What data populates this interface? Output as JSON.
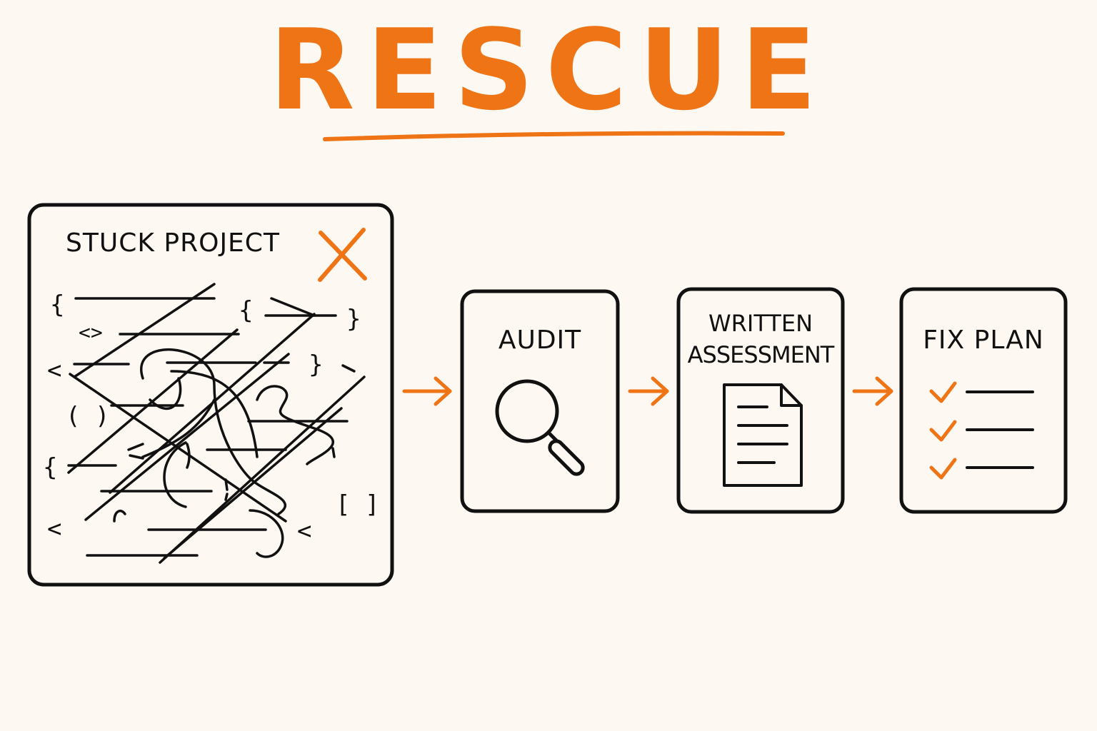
{
  "title": "RESCUE",
  "colors": {
    "accent": "#ee7416",
    "ink": "#111111",
    "background": "#fdf8f2"
  },
  "stages": [
    {
      "id": "stuck",
      "label": "STUCK PROJECT",
      "icon": "close-x-icon"
    },
    {
      "id": "audit",
      "label": "AUDIT",
      "icon": "magnifier-icon"
    },
    {
      "id": "assessment",
      "label_line1": "WRITTEN",
      "label_line2": "ASSESSMENT",
      "icon": "document-icon"
    },
    {
      "id": "fix-plan",
      "label": "FIX PLAN",
      "icon": "checklist-icon"
    }
  ],
  "code_glyphs": [
    "{",
    "{",
    "}",
    "<>",
    "}",
    "<",
    "( )",
    "{",
    "[ ]",
    "<",
    "<"
  ]
}
